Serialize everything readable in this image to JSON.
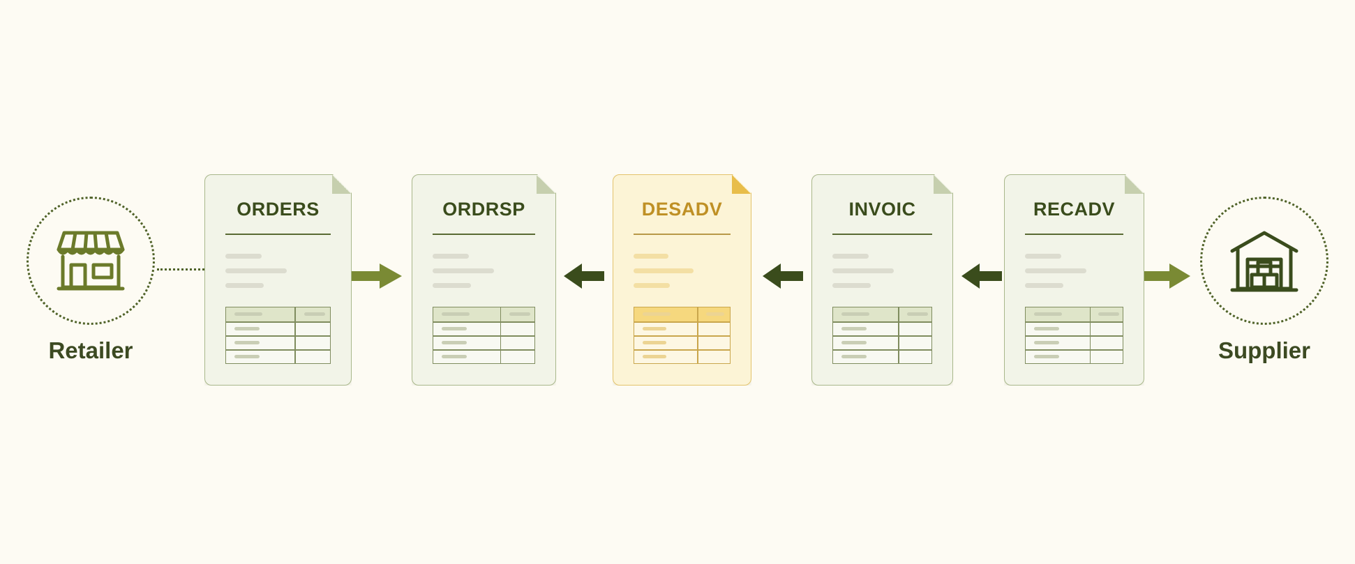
{
  "parties": {
    "retailer": {
      "label": "Retailer",
      "icon": "storefront-icon"
    },
    "supplier": {
      "label": "Supplier",
      "icon": "warehouse-icon"
    }
  },
  "documents": [
    {
      "title": "ORDERS",
      "highlighted": false
    },
    {
      "title": "ORDRSP",
      "highlighted": false
    },
    {
      "title": "DESADV",
      "highlighted": true
    },
    {
      "title": "INVOIC",
      "highlighted": false
    },
    {
      "title": "RECADV",
      "highlighted": false
    }
  ],
  "colors": {
    "background": "#fdfbf3",
    "olive_dark": "#3a4c1c",
    "olive_light": "#7a8a34",
    "highlight": "#e8bd4a"
  }
}
